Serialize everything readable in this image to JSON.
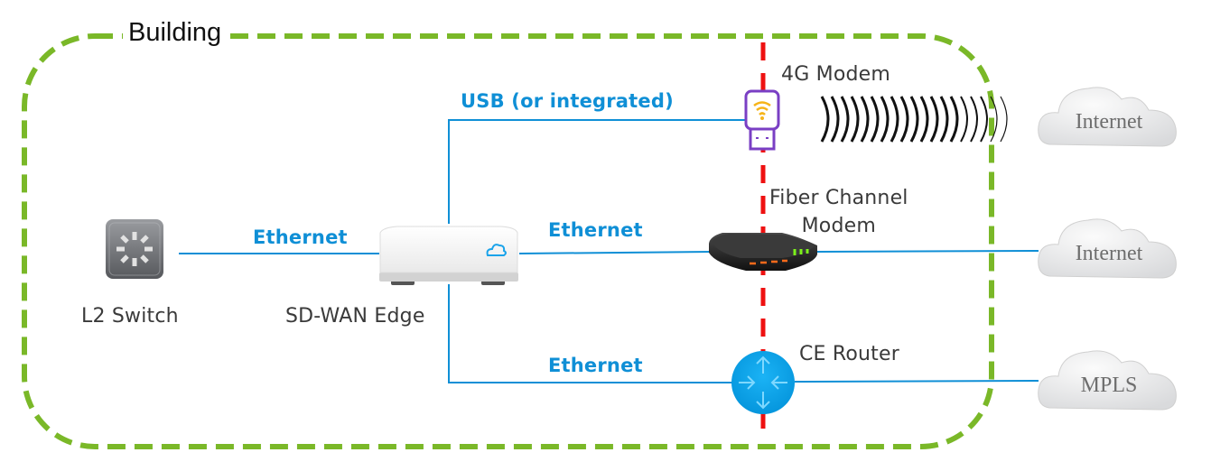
{
  "diagram": {
    "boundary_label": "Building",
    "colors": {
      "building_border": "#7ab828",
      "demarcation": "#ee1111",
      "link": "#0f8fd6",
      "label_text": "#3a3a3a"
    },
    "nodes": {
      "l2_switch": {
        "label": "L2 Switch",
        "icon": "switch-icon"
      },
      "sdwan_edge": {
        "label": "SD-WAN Edge",
        "icon": "appliance-icon"
      },
      "modem_4g": {
        "label": "4G Modem",
        "icon": "usb-modem-icon"
      },
      "fiber_modem": {
        "label": "Fiber Channel Modem",
        "label_line1": "Fiber Channel",
        "label_line2": "Modem",
        "icon": "router-modem-icon"
      },
      "ce_router": {
        "label": "CE Router",
        "icon": "router-icon"
      }
    },
    "clouds": [
      {
        "label": "Internet",
        "icon": "cloud-icon"
      },
      {
        "label": "Internet",
        "icon": "cloud-icon"
      },
      {
        "label": "MPLS",
        "icon": "cloud-icon"
      }
    ],
    "links": [
      {
        "from": "L2 Switch",
        "to": "SD-WAN Edge",
        "label": "Ethernet"
      },
      {
        "from": "SD-WAN Edge",
        "to": "4G Modem",
        "label": "USB (or integrated)"
      },
      {
        "from": "SD-WAN Edge",
        "to": "Fiber Channel Modem",
        "label": "Ethernet"
      },
      {
        "from": "SD-WAN Edge",
        "to": "CE Router",
        "label": "Ethernet"
      },
      {
        "from": "Fiber Channel Modem",
        "to": "Internet",
        "label": ""
      },
      {
        "from": "CE Router",
        "to": "MPLS",
        "label": ""
      },
      {
        "from": "4G Modem",
        "to": "Internet",
        "label": "",
        "type": "wireless"
      }
    ]
  }
}
